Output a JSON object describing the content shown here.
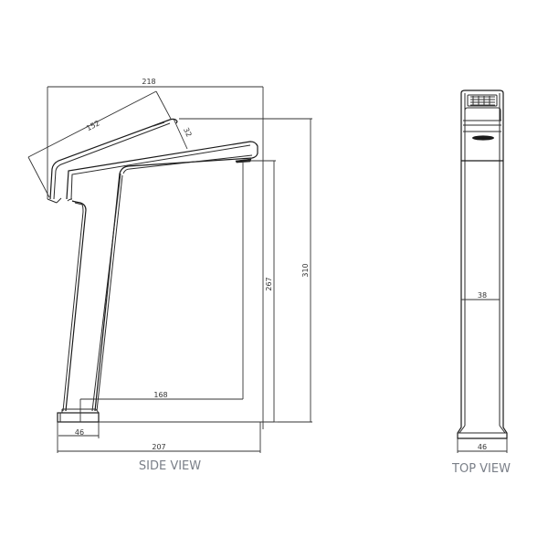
{
  "drawing": {
    "side_view": {
      "label": "SIDE VIEW",
      "dimensions": {
        "overall_width": "218",
        "spout_length": "152",
        "spout_thickness": "32",
        "overall_height": "310",
        "spout_outlet_height": "267",
        "spout_reach": "168",
        "base_depth": "46",
        "base_to_outlet": "207"
      }
    },
    "top_view": {
      "label": "TOP VIEW",
      "dimensions": {
        "body_width": "38",
        "base_width": "46"
      }
    },
    "colors": {
      "line": "#2a2a2a",
      "label": "#7a7f88",
      "background": "#ffffff"
    }
  }
}
